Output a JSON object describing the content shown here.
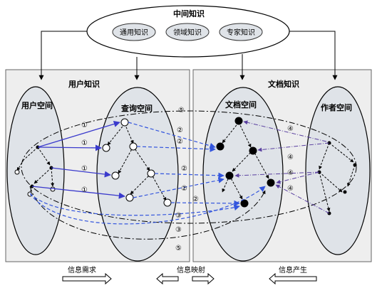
{
  "top": {
    "title": "中间知识",
    "pills": [
      "通用知识",
      "领域知识",
      "专家知识"
    ]
  },
  "panels": {
    "left_title": "用户知识",
    "right_title": "文档知识"
  },
  "spaces": {
    "user": "用户空间",
    "query": "查询空间",
    "doc": "文档空间",
    "author": "作者空间"
  },
  "numbers": {
    "n1": "①",
    "n2": "②",
    "n3": "③",
    "n4": "④",
    "n5": "⑤"
  },
  "bottom": {
    "demand": "信息需求",
    "mapping": "信息映射",
    "produce": "信息产生"
  },
  "colors": {
    "solid_blue": "#3a3acc",
    "dashed_blue": "#3355dd",
    "ellipse_fill": "#dfe3e8",
    "panel_fill": "#eeeeee"
  }
}
